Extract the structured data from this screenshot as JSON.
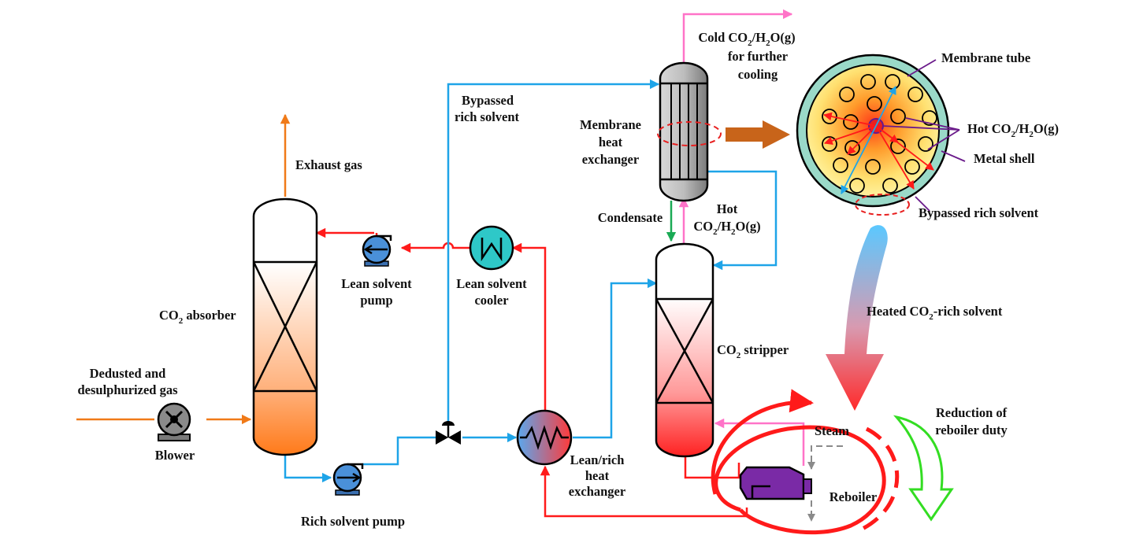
{
  "labels": {
    "exhaust_gas": "Exhaust gas",
    "co2_absorber_pre": "CO",
    "co2_absorber_sub": "2",
    "co2_absorber_post": " absorber",
    "dedusted_l1": "Dedusted and",
    "dedusted_l2": "desulphurized gas",
    "blower": "Blower",
    "lean_pump_l1": "Lean solvent",
    "lean_pump_l2": "pump",
    "lean_cooler_l1": "Lean solvent",
    "lean_cooler_l2": "cooler",
    "bypassed_l1": "Bypassed",
    "bypassed_l2": "rich solvent",
    "rich_pump": "Rich solvent pump",
    "lean_rich_l1": "Lean/rich",
    "lean_rich_l2": "heat",
    "lean_rich_l3": "exchanger",
    "membrane_hx_l1": "Membrane",
    "membrane_hx_l2": "heat",
    "membrane_hx_l3": "exchanger",
    "condensate": "Condensate",
    "hot_l1": "Hot",
    "hot_l2_a": "CO",
    "hot_l2_b": "2",
    "hot_l2_c": "/H",
    "hot_l2_d": "2",
    "hot_l2_e": "O(g)",
    "cold_l1_a": "Cold CO",
    "cold_l1_b": "2",
    "cold_l1_c": "/H",
    "cold_l1_d": "2",
    "cold_l1_e": "O(g)",
    "cold_l2": "for further",
    "cold_l3": "cooling",
    "stripper_a": "CO",
    "stripper_b": "2",
    "stripper_c": " stripper",
    "steam": "Steam",
    "reboiler": "Reboiler",
    "reduction_l1": "Reduction of",
    "reduction_l2": "reboiler duty",
    "membrane_tube": "Membrane tube",
    "hot_co2_a": "Hot CO",
    "hot_co2_b": "2",
    "hot_co2_c": "/H",
    "hot_co2_d": "2",
    "hot_co2_e": "O(g)",
    "metal_shell": "Metal shell",
    "bypassed_rich_solvent": "Bypassed rich solvent",
    "heated_a": "Heated CO",
    "heated_b": "2",
    "heated_c": "-rich solvent"
  },
  "colors": {
    "lean": "#ff1a1a",
    "rich": "#1ea4e8",
    "flue": "#f07a18",
    "vapor": "#ff73c8",
    "condensate": "#1aaa55",
    "steam_line": "#8a8a8a",
    "reduction": "#33dd22",
    "pump": "#4a90d9",
    "cooler": "#2ec8c8",
    "reboiler": "#7a2aa6",
    "shell": "#7a2aa6"
  }
}
